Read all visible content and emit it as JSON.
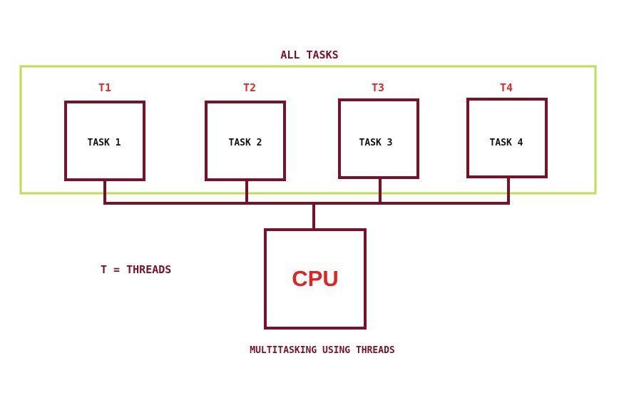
{
  "group_title": "ALL TASKS",
  "tasks": [
    {
      "thread": "T1",
      "label": "TASK 1"
    },
    {
      "thread": "T2",
      "label": "TASK 2"
    },
    {
      "thread": "T3",
      "label": "TASK 3"
    },
    {
      "thread": "T4",
      "label": "TASK 4"
    }
  ],
  "cpu_label": "CPU",
  "legend": "T = THREADS",
  "caption": "MULTITASKING USING THREADS",
  "colors": {
    "group_border": "#bde04a",
    "box_border": "#7b1128",
    "thread_label": "#e02a2a",
    "cpu_text": "#dd2525"
  }
}
